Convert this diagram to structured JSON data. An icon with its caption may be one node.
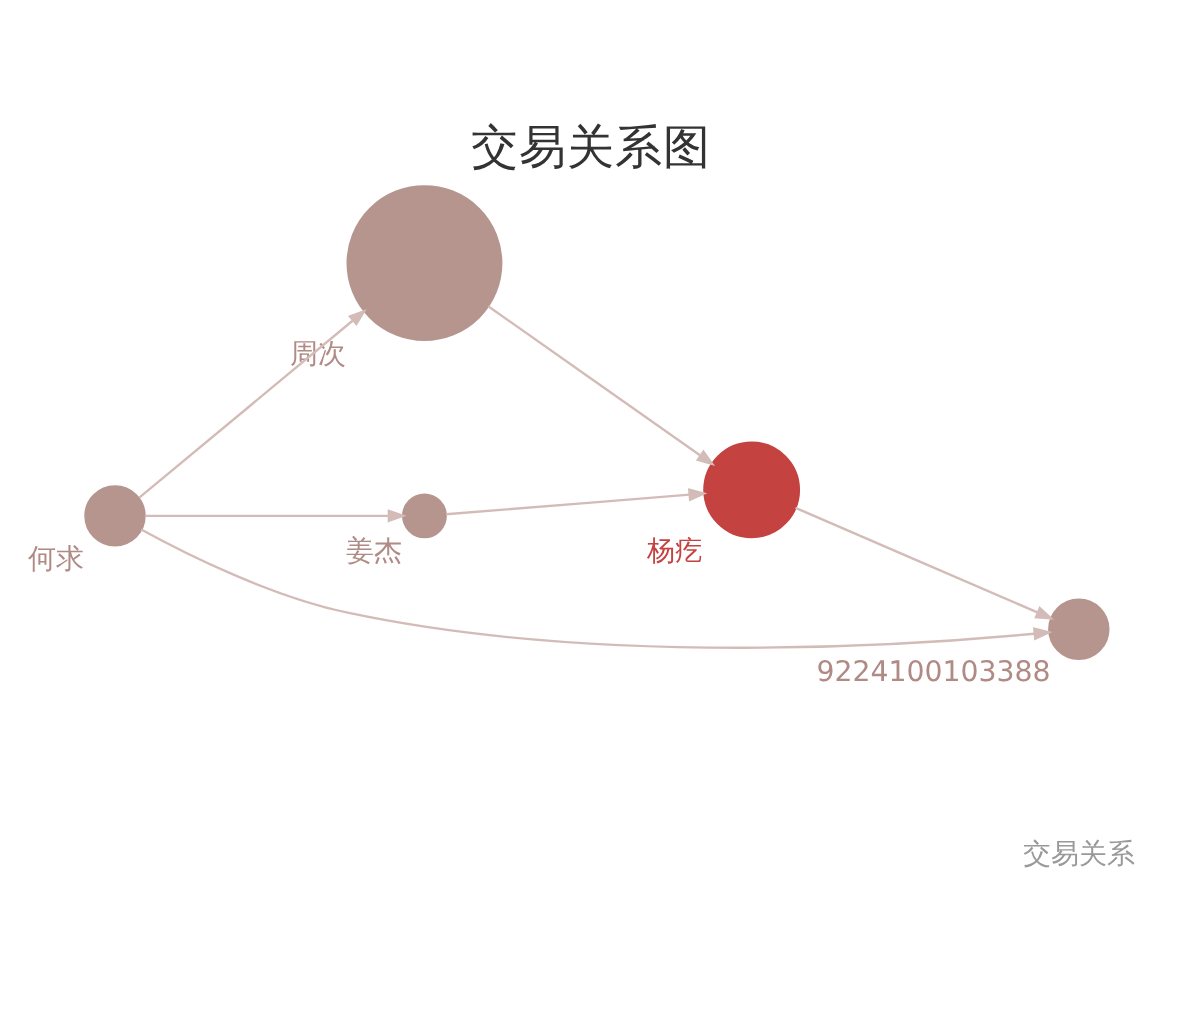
{
  "diagram": {
    "title": "交易关系图",
    "nodes": [
      {
        "text": [
          "周次"
        ]
      },
      {
        "text": [
          "9224100103388"
        ]
      },
      {
        "text": [
          "姜杰"
        ]
      },
      {
        "text": [
          "杨疙"
        ]
      },
      {
        "text": [
          "何求"
        ]
      }
    ],
    "edges": [
      {
        "from": 4,
        "to": 0,
        "arrow": "to"
      },
      {
        "from": 4,
        "to": 1,
        "arrow": "to"
      },
      {
        "from": 4,
        "to": 2,
        "arrow": "to"
      },
      {
        "from": 0,
        "to": 3,
        "arrow": "to"
      },
      {
        "from": 3,
        "to": 1,
        "arrow": "to"
      },
      {
        "from": 2,
        "to": 3,
        "arrow": "to"
      }
    ],
    "labels": [
      "交易关系"
    ]
  }
}
